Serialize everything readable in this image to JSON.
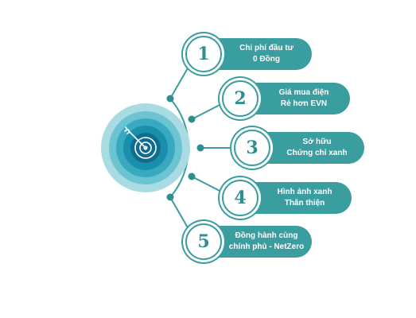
{
  "colors": {
    "accent": "#3a9ea0",
    "accent_dark": "#2f8e90",
    "target_outer": "#a9dbe3",
    "target_ring2": "#6cc3d2",
    "target_ring3": "#39a9c0",
    "target_ring4": "#1a8fac",
    "target_center": "#0f6e8f"
  },
  "center_icon": "dart-target-icon",
  "items": [
    {
      "number": "1",
      "line1": "Chi phí đầu tư",
      "line2": "0 Đồng"
    },
    {
      "number": "2",
      "line1": "Giá mua điện",
      "line2": "Rẻ hơn EVN"
    },
    {
      "number": "3",
      "line1": "Sở hữu",
      "line2": "Chứng chỉ xanh"
    },
    {
      "number": "4",
      "line1": "Hình ảnh xanh",
      "line2": "Thân thiện"
    },
    {
      "number": "5",
      "line1": "Đồng hành cùng",
      "line2": "chính phủ - NetZero"
    }
  ]
}
